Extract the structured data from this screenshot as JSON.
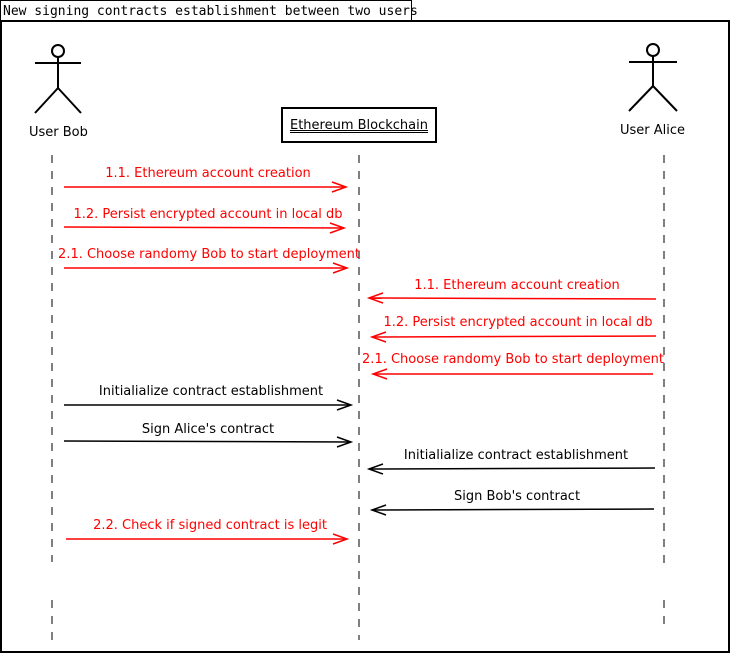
{
  "frame": {
    "title": "New signing contracts establishment between two users"
  },
  "participants": {
    "bob": "User Bob",
    "blockchain": "Ethereum Blockchain",
    "alice": "User Alice"
  },
  "messages": [
    {
      "label": "1.1. Ethereum account creation",
      "color": "#ff0000"
    },
    {
      "label": "1.2. Persist encrypted account in local db",
      "color": "#ff0000"
    },
    {
      "label": "2.1. Choose randomy Bob to start deployment",
      "color": "#ff0000"
    },
    {
      "label": "1.1. Ethereum account creation",
      "color": "#ff0000"
    },
    {
      "label": "1.2. Persist encrypted account in local db",
      "color": "#ff0000"
    },
    {
      "label": "2.1. Choose randomy Bob to start deployment",
      "color": "#ff0000"
    },
    {
      "label": "Initialialize contract establishment",
      "color": "#000000"
    },
    {
      "label": "Sign Alice's contract",
      "color": "#000000"
    },
    {
      "label": "Initialialize contract establishment",
      "color": "#000000"
    },
    {
      "label": "Sign Bob's contract",
      "color": "#000000"
    },
    {
      "label": "2.2. Check if signed contract is legit",
      "color": "#ff0000"
    }
  ]
}
